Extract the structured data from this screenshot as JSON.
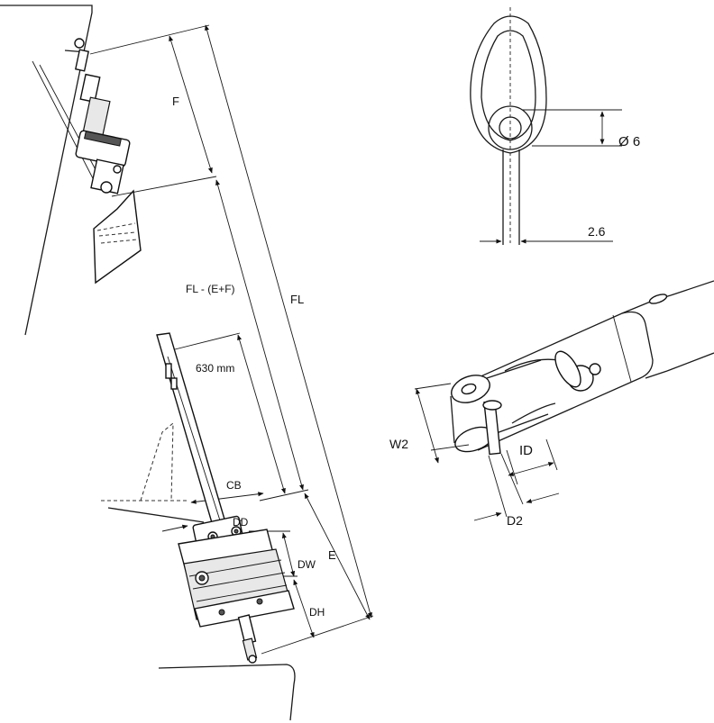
{
  "labels": {
    "F": "F",
    "FL_minus": "FL - (E+F)",
    "FL": "FL",
    "length630": "630 mm",
    "CB": "CB",
    "DD": "DD",
    "DW": "DW",
    "E": "E",
    "DH": "DH",
    "diam6": "Ø 6",
    "d26": "2.6",
    "W2": "W2",
    "ID": "ID",
    "D2": "D2"
  }
}
